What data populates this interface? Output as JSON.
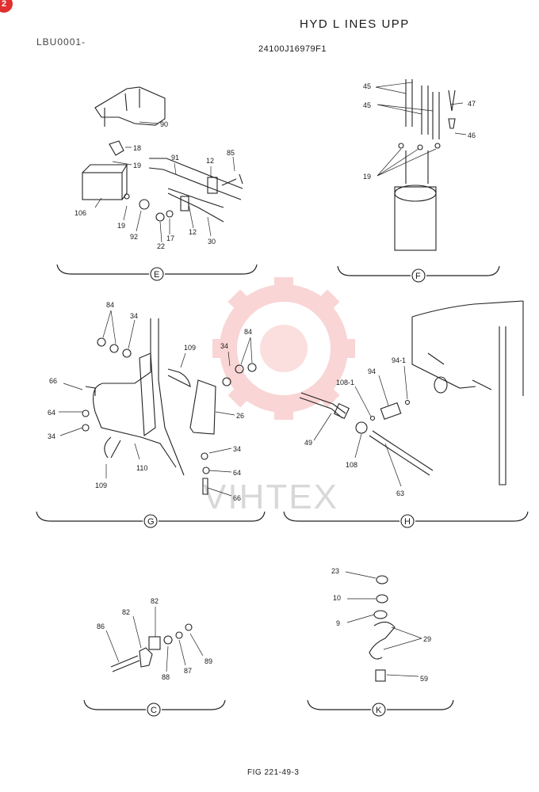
{
  "header": {
    "badge": "2",
    "title": "HYD L INES UPP",
    "doc_code": "LBU0001-",
    "part_number": "24100J16979F1"
  },
  "footer": {
    "figure": "FIG 221-49-3"
  },
  "watermark": "VIHTEX",
  "sections": [
    {
      "letter": "E",
      "callouts": [
        "90",
        "18",
        "19",
        "91",
        "12",
        "85",
        "106",
        "19",
        "92",
        "22",
        "17",
        "12",
        "30"
      ]
    },
    {
      "letter": "F",
      "callouts": [
        "45",
        "45",
        "47",
        "46",
        "19"
      ]
    },
    {
      "letter": "G",
      "callouts": [
        "84",
        "34",
        "109",
        "34",
        "84",
        "66",
        "64",
        "34",
        "26",
        "110",
        "109",
        "34",
        "64",
        "66"
      ]
    },
    {
      "letter": "H",
      "callouts": [
        "94-1",
        "108-1",
        "94",
        "49",
        "108",
        "63"
      ]
    },
    {
      "letter": "C",
      "callouts": [
        "82",
        "86",
        "82",
        "89",
        "88",
        "87"
      ]
    },
    {
      "letter": "K",
      "callouts": [
        "23",
        "10",
        "9",
        "29",
        "59"
      ]
    }
  ]
}
